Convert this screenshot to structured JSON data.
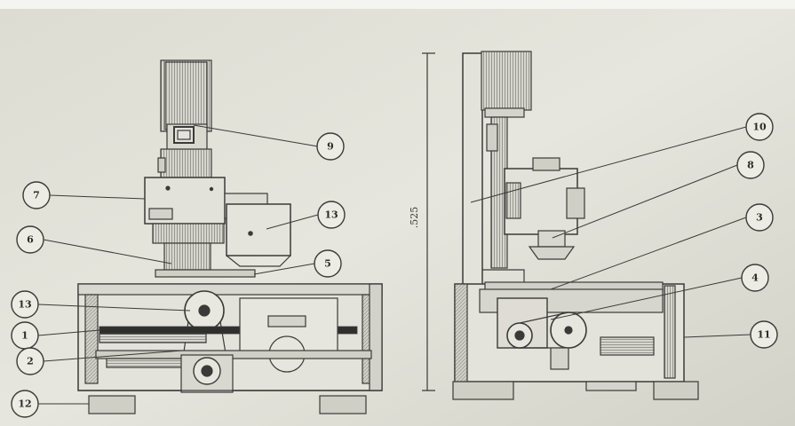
{
  "diagram": {
    "dimension_label": ".525",
    "callouts": [
      {
        "id": "c9",
        "num": "9"
      },
      {
        "id": "c7",
        "num": "7"
      },
      {
        "id": "c13a",
        "num": "13"
      },
      {
        "id": "c6",
        "num": "6"
      },
      {
        "id": "c5",
        "num": "5"
      },
      {
        "id": "c13b",
        "num": "13"
      },
      {
        "id": "c1",
        "num": "1"
      },
      {
        "id": "c2",
        "num": "2"
      },
      {
        "id": "c12",
        "num": "12"
      },
      {
        "id": "c10",
        "num": "10"
      },
      {
        "id": "c8",
        "num": "8"
      },
      {
        "id": "c3",
        "num": "3"
      },
      {
        "id": "c4",
        "num": "4"
      },
      {
        "id": "c11",
        "num": "11"
      }
    ]
  }
}
